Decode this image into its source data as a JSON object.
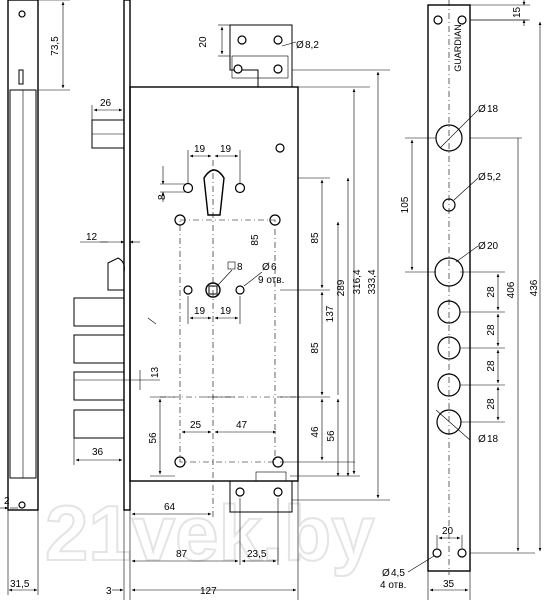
{
  "watermark": "21vek.by",
  "brand": "GUARDIAN",
  "dims": {
    "d15": "15",
    "d73_5": "73,5",
    "d20_top": "20",
    "d8_2": "8,2",
    "d26": "26",
    "d19a": "19",
    "d19b": "19",
    "d8": "8",
    "d85a": "85",
    "d85b": "85",
    "d12": "12",
    "d6": "6",
    "d9otv": "9 отв.",
    "sq8": "8",
    "d19c": "19",
    "d19d": "19",
    "d137": "137",
    "d289": "289",
    "d316_4": "316,4",
    "d333_4": "333,4",
    "d85c": "85",
    "d13": "13",
    "d25": "25",
    "d47": "47",
    "d56a": "56",
    "d46": "46",
    "d56b": "56",
    "d36": "36",
    "d64": "64",
    "d2": "2",
    "d87": "87",
    "d23_5": "23,5",
    "d31_5": "31,5",
    "d3": "3",
    "d127": "127",
    "d18a": "18",
    "d5_2": "5,2",
    "d105": "105",
    "d20_hole": "20",
    "d28a": "28",
    "d28b": "28",
    "d28c": "28",
    "d28d": "28",
    "d18b": "18",
    "d406": "406",
    "d436": "436",
    "d20_bottom": "20",
    "d4_5": "4,5",
    "d4otv": "4 отв.",
    "d35": "35"
  }
}
